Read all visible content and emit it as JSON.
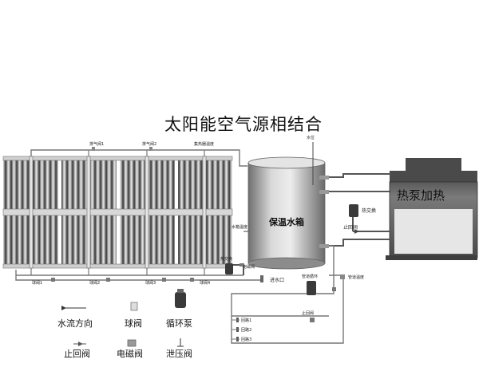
{
  "title": "太阳能空气源相结合",
  "panel_labels": {
    "vent1": "排气阀1",
    "vent2": "排气阀2",
    "collector_temp": "集热器温度",
    "ball1": "球阀1",
    "ball2": "球阀2",
    "ball3": "球阀3",
    "ball4": "球阀4"
  },
  "tank": {
    "label": "保温水箱",
    "water_level": "水位",
    "water_temp": "水箱温度",
    "inlet": "进水口",
    "heat_exchange": "热交换",
    "solenoid": "电磁阀"
  },
  "heat_pump": {
    "label": "热泵加热",
    "heat_exchange": "热交换",
    "check_valve": "止回阀"
  },
  "loop": {
    "circulation": "管道循环",
    "pipe_temp": "管道温度",
    "ball_valve": "止回阀",
    "outlet1": "回路1",
    "outlet2": "回路2",
    "outlet3": "回路3"
  },
  "legend": {
    "flow": "水流方向",
    "ball_valve": "球阀",
    "pump": "循环泵",
    "check_valve": "止回阀",
    "solenoid_valve": "电磁阀",
    "relief_valve": "泄压阀"
  },
  "colors": {
    "panel_dark": "#3e3e3e",
    "panel_light": "#c8c8c8",
    "tank_mid": "#9a9a9a",
    "pipe": "#555555"
  }
}
